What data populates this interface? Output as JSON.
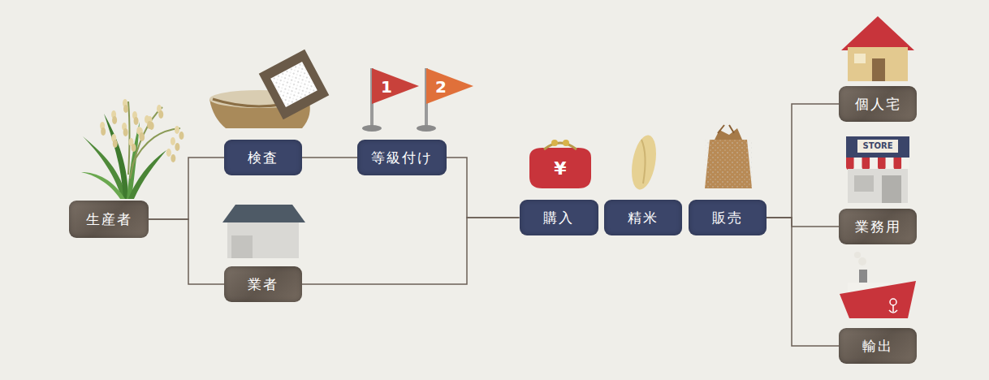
{
  "diagram": {
    "nodes": [
      {
        "text": [
          "生産者"
        ]
      },
      {
        "text": [
          "検査"
        ]
      },
      {
        "text": [
          "等級付け"
        ]
      },
      {
        "text": [
          "業者"
        ]
      },
      {
        "text": [
          "購入"
        ]
      },
      {
        "text": [
          "精米"
        ]
      },
      {
        "text": [
          "販売"
        ]
      },
      {
        "text": [
          "個人宅"
        ]
      },
      {
        "text": [
          "業務用"
        ]
      },
      {
        "text": [
          "輸出"
        ]
      }
    ],
    "edges": [
      {
        "from": 0,
        "to": 1,
        "arrow": "none"
      },
      {
        "from": 1,
        "to": 2,
        "arrow": "none"
      },
      {
        "from": 0,
        "to": 3,
        "arrow": "none"
      },
      {
        "from": 2,
        "to": 4,
        "arrow": "none"
      },
      {
        "from": 3,
        "to": 4,
        "arrow": "none"
      },
      {
        "from": 6,
        "to": 7,
        "arrow": "none"
      },
      {
        "from": 6,
        "to": 8,
        "arrow": "none"
      },
      {
        "from": 6,
        "to": 9,
        "arrow": "none"
      }
    ],
    "labels": [
      "1",
      "2",
      "¥",
      "STORE"
    ]
  }
}
